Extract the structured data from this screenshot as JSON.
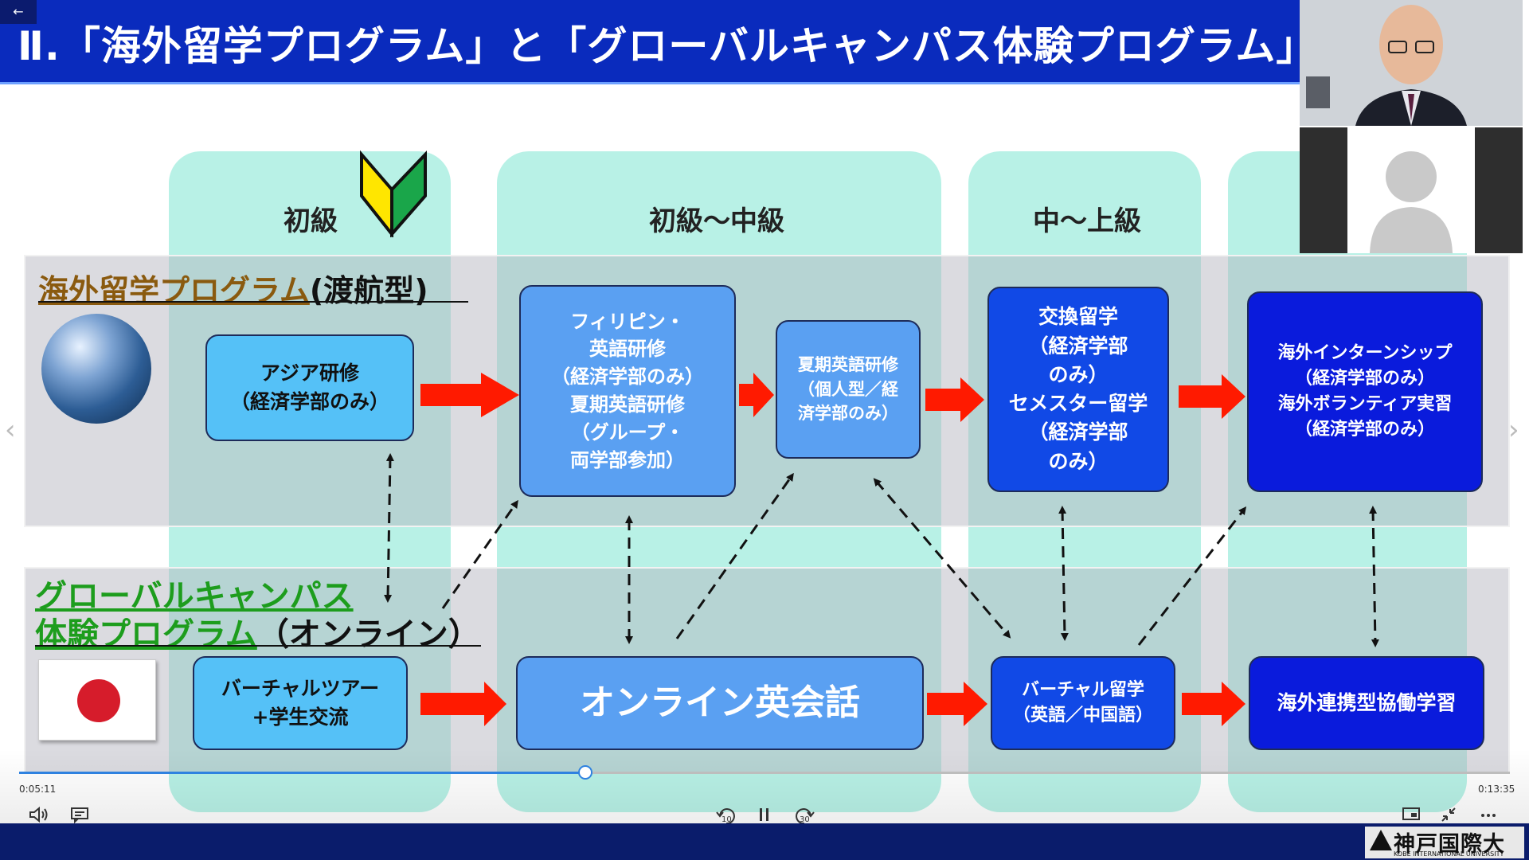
{
  "slide": {
    "title": "Ⅱ.「海外留学プログラム」と「グローバルキャンパス体験プログラム」",
    "levels": [
      "初級",
      "初級～中級",
      "中～上級"
    ],
    "section_top": {
      "title_part1": "海外留学プログラム",
      "title_part2": "(渡航型)"
    },
    "section_bottom": {
      "line1": "グローバルキャンパス",
      "line2_part1": "体験プログラム",
      "line2_part2": "（オンライン）"
    },
    "boxes_top": [
      "アジア研修\n（経済学部のみ）",
      "フィリピン・\n英語研修\n（経済学部のみ）\n夏期英語研修\n（グループ・\n両学部参加）",
      "夏期英語研修\n（個人型／経\n済学部のみ）",
      "交換留学\n（経済学部\nのみ）\nセメスター留学\n（経済学部\nのみ）",
      "海外インターンシップ\n（経済学部のみ）\n海外ボランティア実習\n（経済学部のみ）"
    ],
    "boxes_bottom": [
      "バーチャルツアー\n+学生交流",
      "オンライン英会話",
      "バーチャル留学\n（英語／中国語）",
      "海外連携型協働学習"
    ]
  },
  "player": {
    "back": "←",
    "time_current": "0:05:11",
    "time_total": "0:13:35",
    "progress": 0.38,
    "rewind_label": "10",
    "forward_label": "30"
  },
  "footer": {
    "university_jp": "神戸国際大学",
    "university_en": "KOBE INTERNATIONAL UNIVERSITY"
  },
  "colors": {
    "title_bg": "#0a2bbd",
    "arrow": "#ff1a00",
    "level_bg": "#b8f1e6",
    "progress": "#2f82e0"
  }
}
